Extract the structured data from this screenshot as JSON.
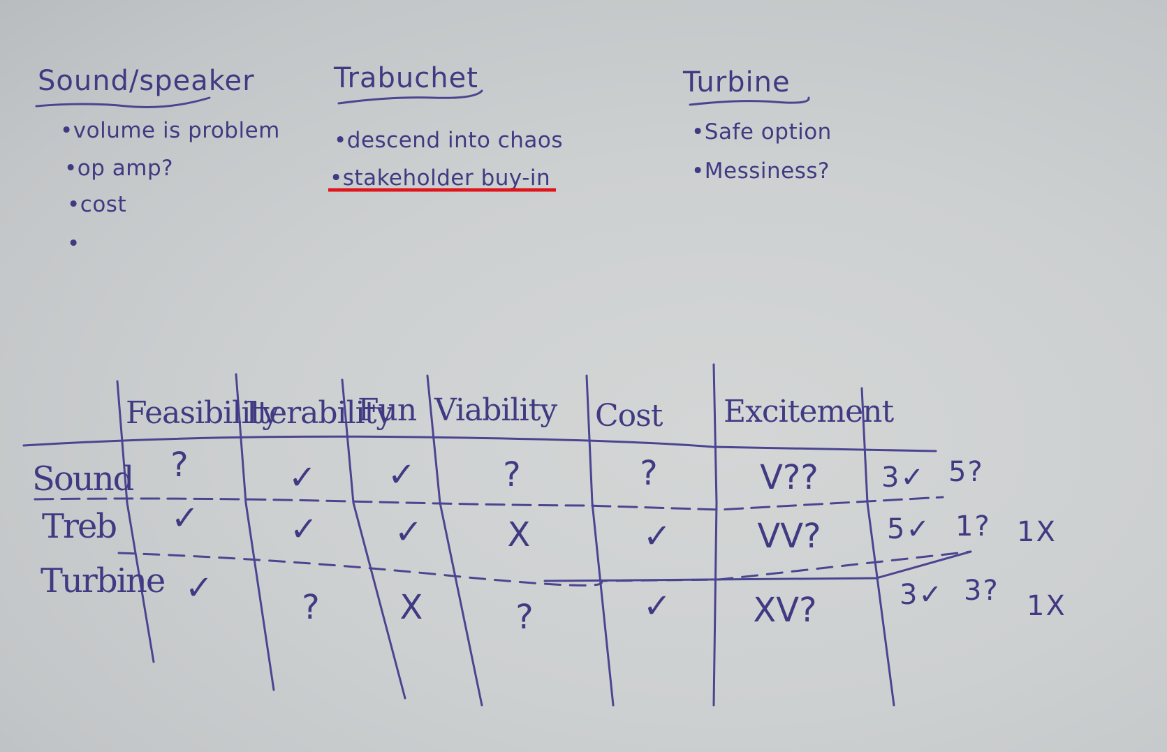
{
  "board": {
    "ink_color": "#3f3a82",
    "highlight_color": "#e0141b"
  },
  "ideas": [
    {
      "title": "Sound/speaker",
      "notes": [
        "•volume is problem",
        "•op amp?",
        "•cost",
        "•"
      ]
    },
    {
      "title": "Trabuchet",
      "notes": [
        "•descend into chaos",
        "•stakeholder buy-in"
      ],
      "highlighted_note_index": 1
    },
    {
      "title": "Turbine",
      "notes": [
        "•Safe option",
        "•Messiness?"
      ]
    }
  ],
  "matrix": {
    "columns": [
      "Feasibility",
      "Iterability",
      "Fun",
      "Viability",
      "Cost",
      "Excitement"
    ],
    "rows": [
      {
        "label": "Sound",
        "marks": [
          "?",
          "✓",
          "✓",
          "?",
          "?",
          "V??"
        ],
        "tally": [
          "3✓",
          "5?"
        ]
      },
      {
        "label": "Treb",
        "marks": [
          "✓",
          "✓",
          "✓",
          "X",
          "✓",
          "VV?"
        ],
        "tally": [
          "5✓",
          "1?",
          "1X"
        ]
      },
      {
        "label": "Turbine",
        "marks": [
          "✓",
          "?",
          "X",
          "?",
          "✓",
          "XV?"
        ],
        "tally": [
          "3✓",
          "3?",
          "1X"
        ]
      }
    ]
  }
}
